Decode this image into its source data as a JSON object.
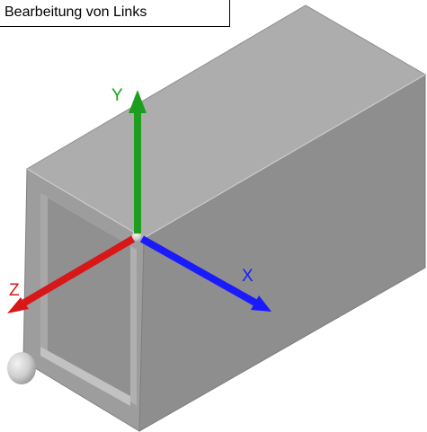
{
  "title": "Bearbeitung von Links",
  "axes": {
    "x_label": "X",
    "y_label": "Y",
    "z_label": "Z"
  },
  "colors": {
    "x_axis": "#1a1aff",
    "y_axis": "#1e9e1e",
    "z_axis": "#d81818",
    "label_gray": "#6d6d6d",
    "body_front": "#9a9a9a",
    "body_side": "#8c8c8c",
    "body_top": "#aaaaaa"
  }
}
